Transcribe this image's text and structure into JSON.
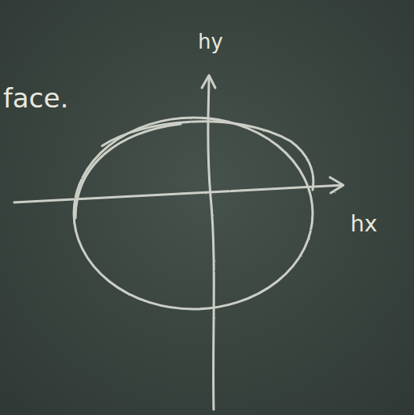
{
  "diagram": {
    "labels": [
      "face.",
      "hy",
      "hx"
    ]
  }
}
